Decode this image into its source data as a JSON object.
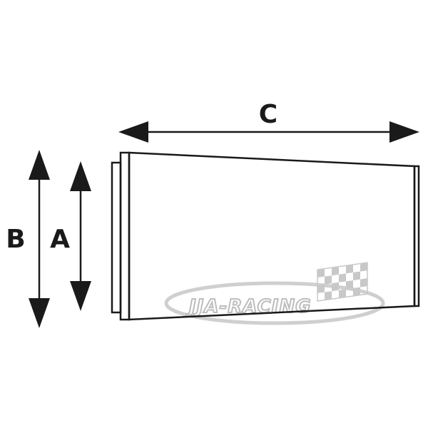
{
  "diagram": {
    "labels": {
      "a": "A",
      "b": "B",
      "c": "C"
    },
    "colors": {
      "ink": "#1a1a1a",
      "watermark": "#bdbdbd"
    }
  },
  "watermark": {
    "text": "JJA-RACING"
  }
}
